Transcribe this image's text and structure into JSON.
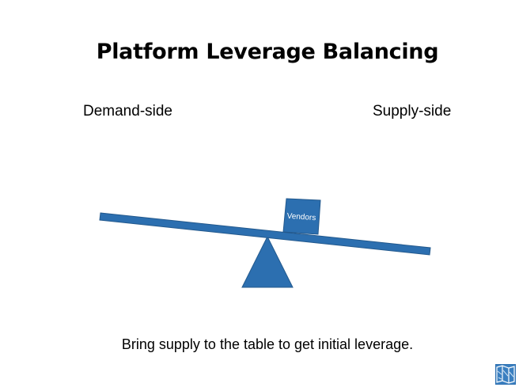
{
  "slide": {
    "title": "Platform Leverage Balancing",
    "left_label": "Demand-side",
    "right_label": "Supply-side",
    "block_label": "Vendors",
    "caption": "Bring supply to the table to get initial leverage."
  },
  "colors": {
    "shape_fill": "#2c6fb0",
    "shape_stroke": "#23598d",
    "text": "#000000",
    "background": "#ffffff"
  },
  "icons": {
    "corner_logo": "map-logo-icon"
  }
}
